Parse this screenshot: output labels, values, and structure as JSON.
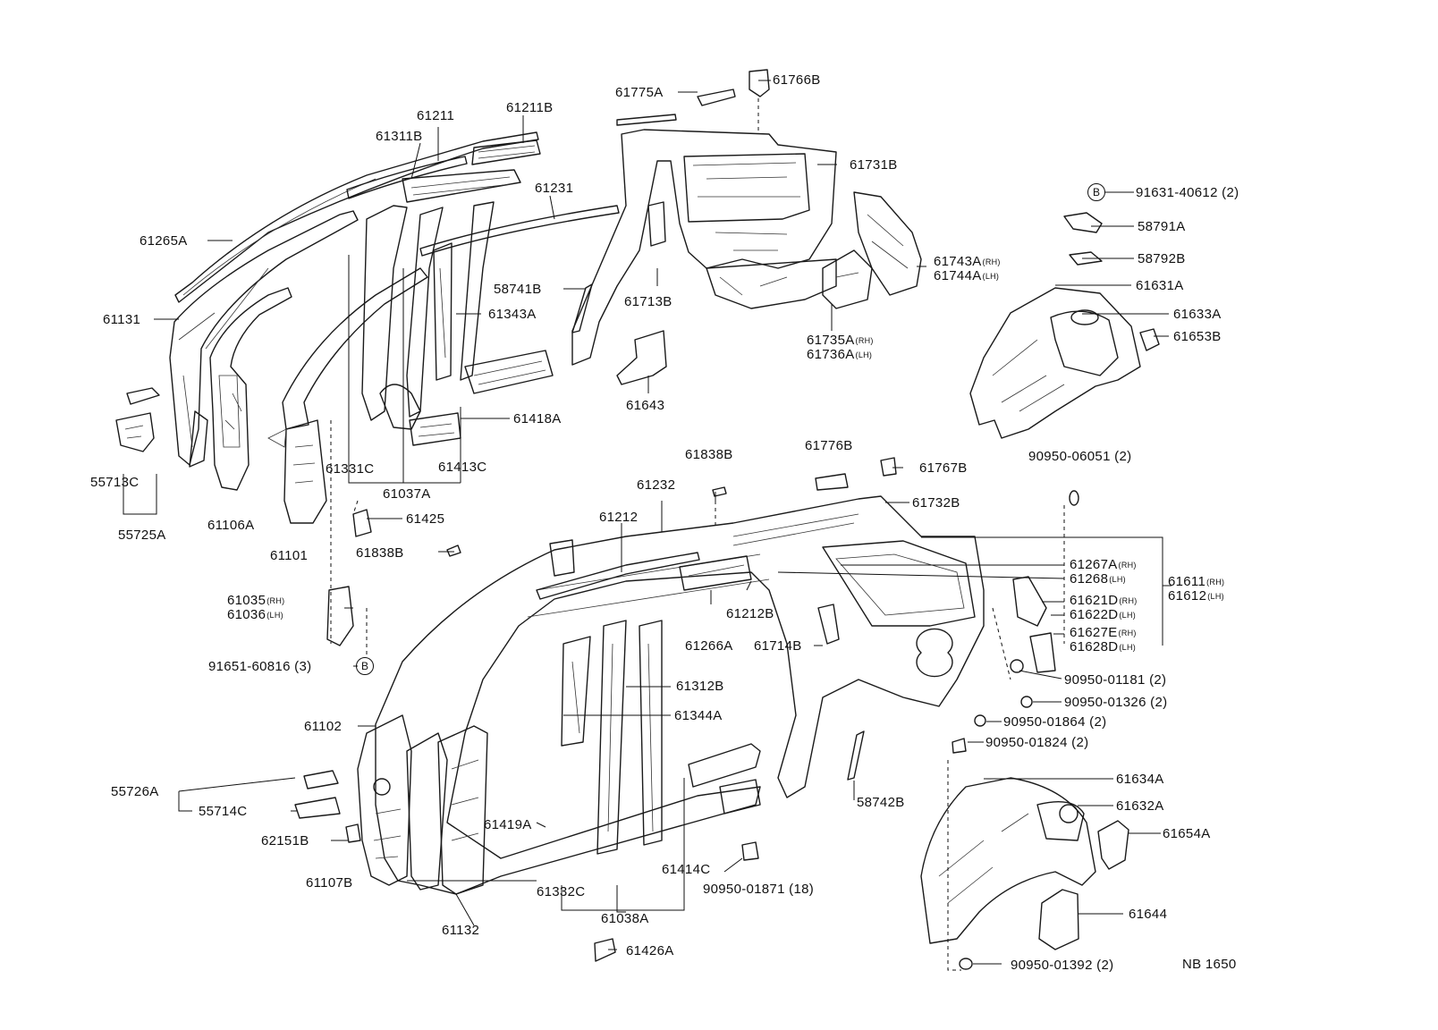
{
  "diagram_ref": "NB 1650",
  "circle_marker": "B",
  "parts": {
    "p61775A": "61775A",
    "p61766B": "61766B",
    "p61211": "61211",
    "p61211B": "61211B",
    "p61311B": "61311B",
    "p61231": "61231",
    "p61731B": "61731B",
    "p91631": "91631-40612 (2)",
    "p58791A": "58791A",
    "p58792B": "58792B",
    "p61265A": "61265A",
    "p61743A": "61743A",
    "p61743A_sfx": "(RH)",
    "p61744A": "61744A",
    "p61744A_sfx": "(LH)",
    "p58741B": "58741B",
    "p61713B": "61713B",
    "p61631A": "61631A",
    "p61131": "61131",
    "p61343A": "61343A",
    "p61633A": "61633A",
    "p61653B": "61653B",
    "p61735A": "61735A",
    "p61735A_sfx": "(RH)",
    "p61736A": "61736A",
    "p61736A_sfx": "(LH)",
    "p61643": "61643",
    "p61418A": "61418A",
    "p61413C": "61413C",
    "p61331C": "61331C",
    "p55713C": "55713C",
    "p61037A": "61037A",
    "p61776B": "61776B",
    "p61838B_top": "61838B",
    "p61767B": "61767B",
    "p90950_06051": "90950-06051 (2)",
    "p61232": "61232",
    "p61106A": "61106A",
    "p55725A": "55725A",
    "p61425": "61425",
    "p61732B": "61732B",
    "p61212": "61212",
    "p61101": "61101",
    "p61838B_mid": "61838B",
    "p61267A": "61267A",
    "p61267A_sfx": "(RH)",
    "p61268": "61268",
    "p61268_sfx": "(LH)",
    "p61611": "61611",
    "p61611_sfx": "(RH)",
    "p61612": "61612",
    "p61612_sfx": "(LH)",
    "p61035": "61035",
    "p61035_sfx": "(RH)",
    "p61036": "61036",
    "p61036_sfx": "(LH)",
    "p61212B": "61212B",
    "p61621D": "61621D",
    "p61621D_sfx": "(RH)",
    "p61622D": "61622D",
    "p61622D_sfx": "(LH)",
    "p61627E": "61627E",
    "p61627E_sfx": "(RH)",
    "p61628D": "61628D",
    "p61628D_sfx": "(LH)",
    "p61266A": "61266A",
    "p61714B": "61714B",
    "p91651": "91651-60816 (3)",
    "p90950_01181": "90950-01181 (2)",
    "p61312B": "61312B",
    "p90950_01326": "90950-01326 (2)",
    "p61344A": "61344A",
    "p61102": "61102",
    "p90950_01864": "90950-01864 (2)",
    "p90950_01824": "90950-01824 (2)",
    "p61634A": "61634A",
    "p55726A": "55726A",
    "p58742B": "58742B",
    "p61632A": "61632A",
    "p55714C": "55714C",
    "p61419A": "61419A",
    "p61654A": "61654A",
    "p62151B": "62151B",
    "p61414C": "61414C",
    "p90950_01871": "90950-01871 (18)",
    "p61107B": "61107B",
    "p61332C": "61332C",
    "p61644": "61644",
    "p61038A": "61038A",
    "p61132": "61132",
    "p61426A": "61426A",
    "p90950_01392": "90950-01392 (2)"
  }
}
